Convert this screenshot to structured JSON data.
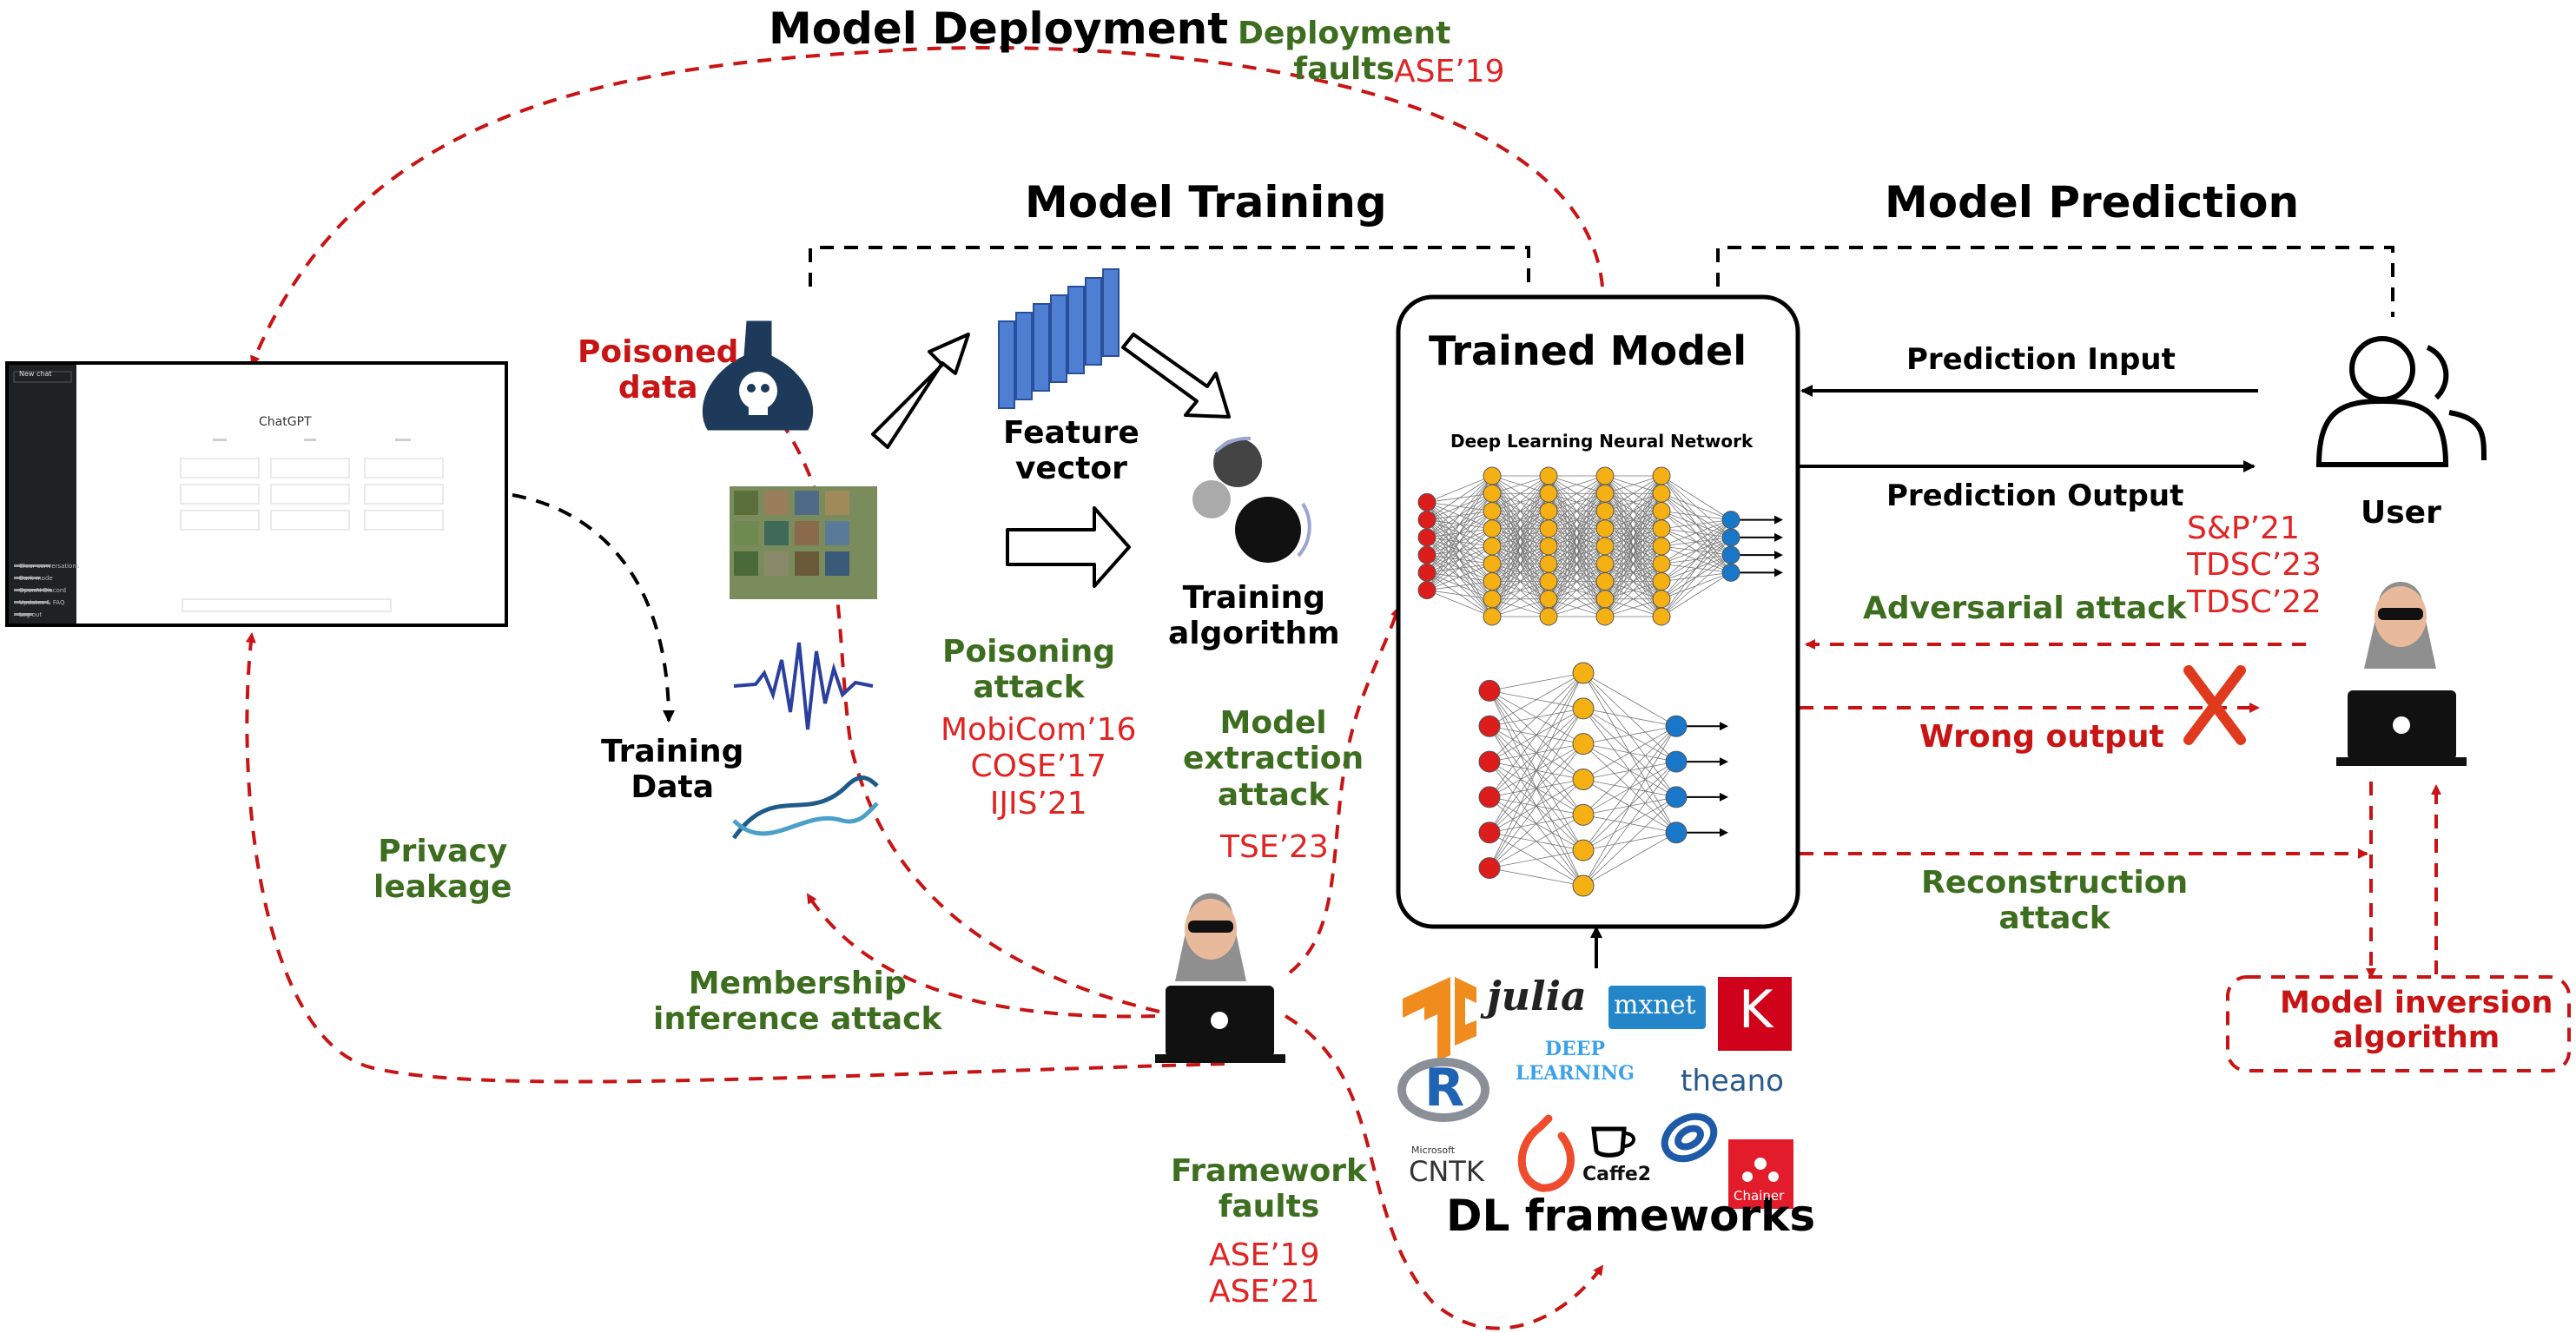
{
  "stages": {
    "deployment": "Model Deployment",
    "training": "Model Training",
    "prediction": "Model Prediction"
  },
  "chatgpt_window": {
    "title": "ChatGPT",
    "sidebar_top": "New chat",
    "sidebar_items": [
      "Clear conversations",
      "Dark mode",
      "OpenAI Discord",
      "Updates & FAQ",
      "Log out"
    ]
  },
  "training": {
    "poisoned_data": "Poisoned\ndata",
    "feature_vector": "Feature\nvector",
    "training_algorithm": "Training\nalgorithm",
    "training_data": "Training\nData"
  },
  "model": {
    "title": "Trained Model",
    "network_title": "Deep Learning Neural Network"
  },
  "prediction": {
    "input": "Prediction Input",
    "output": "Prediction Output",
    "user": "User"
  },
  "attacks": {
    "deployment_faults": "Deployment\nfaults",
    "deployment_refs": "ASE’19",
    "poisoning": "Poisoning\nattack",
    "poisoning_refs": "MobiCom’16\nCOSE’17\nIJIS’21",
    "extraction": "Model\nextraction\nattack",
    "extraction_refs": "TSE’23",
    "privacy": "Privacy\nleakage",
    "membership": "Membership\ninference attack",
    "framework": "Framework\nfaults",
    "framework_refs": "ASE’19\nASE’21",
    "adversarial": "Adversarial attack",
    "adversarial_refs": "S&P’21\nTDSC’23\nTDSC’22",
    "wrong_output": "Wrong output",
    "reconstruction": "Reconstruction\nattack",
    "inversion": "Model inversion\nalgorithm"
  },
  "frameworks": {
    "title": "DL frameworks",
    "logos": [
      "julia",
      "mxnet",
      "K",
      "DEEP\nLEARNING",
      "R",
      "theano",
      "Microsoft",
      "CNTK",
      "Caffe2",
      "Chainer"
    ]
  },
  "colors": {
    "attack_red": "#c81414",
    "attack_green": "#3d6e1f",
    "ref_red": "#e02424",
    "node_red": "#dd1c1c",
    "node_orange": "#f5b014",
    "node_blue": "#1877c9",
    "feature_blue": "#4f7fd3"
  }
}
